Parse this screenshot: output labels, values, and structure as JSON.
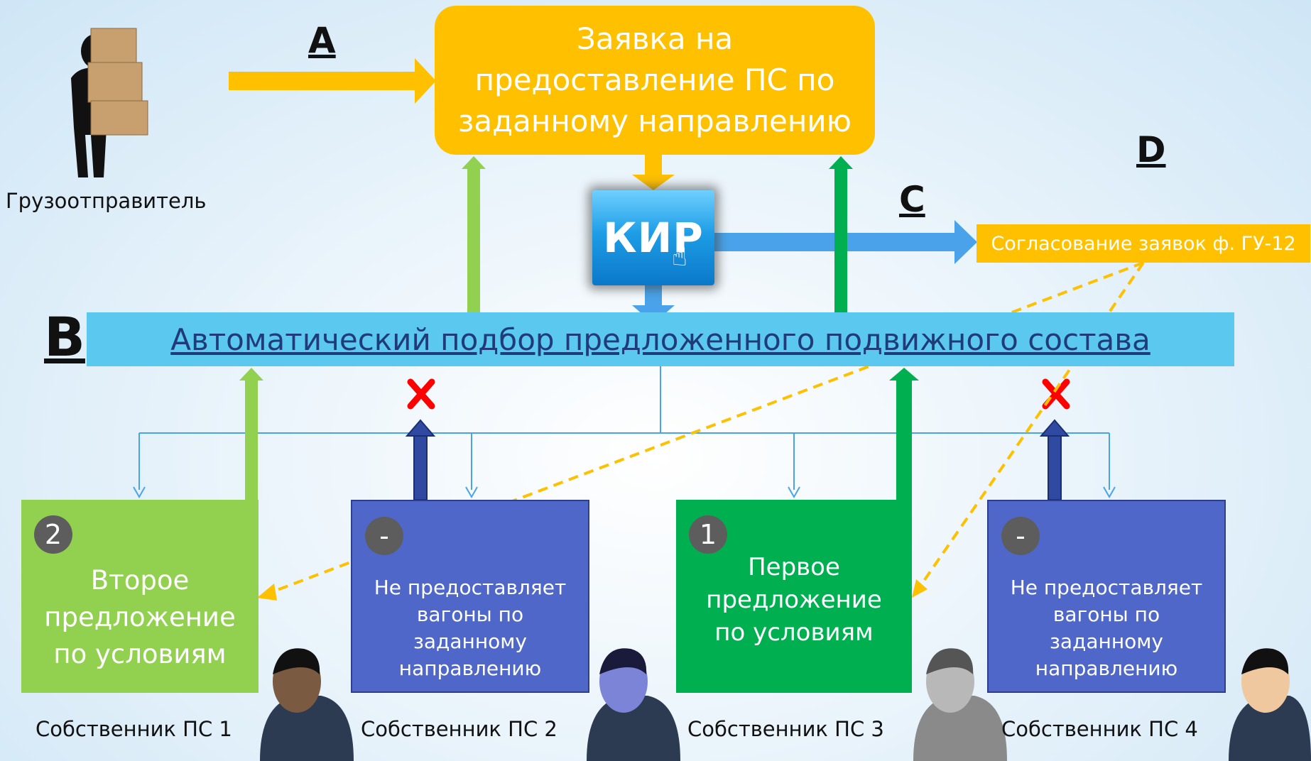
{
  "letters": {
    "a": "A",
    "b": "B",
    "c": "C",
    "d": "D"
  },
  "shipper": {
    "label": "Грузоотправитель"
  },
  "request": {
    "text": "Заявка на предоставление ПС по заданному направлению"
  },
  "kir": {
    "text": "КИР"
  },
  "approval": {
    "text": "Согласование заявок ф. ГУ-12"
  },
  "auto_selection": {
    "text": "Автоматический подбор предложенного подвижного состава"
  },
  "owners": [
    {
      "badge": "2",
      "text": "Второе предложение по условиям",
      "label": "Собственник ПС 1",
      "color": "#92d050"
    },
    {
      "badge": "-",
      "text": "Не предоставляет вагоны по заданному направлению",
      "label": "Собственник ПС 2",
      "color": "#4f67c9"
    },
    {
      "badge": "1",
      "text": "Первое предложение по условиям",
      "label": "Собственник ПС 3",
      "color": "#00b050"
    },
    {
      "badge": "-",
      "text": "Не предоставляет вагоны по заданному направлению",
      "label": "Собственник ПС 4",
      "color": "#4f67c9"
    }
  ],
  "colors": {
    "orange": "#ffc000",
    "light_green": "#92d050",
    "dark_green": "#00b050",
    "blue_bar": "#5bc8f0",
    "navy": "#2f4aa0",
    "reject": "#ff0000"
  }
}
